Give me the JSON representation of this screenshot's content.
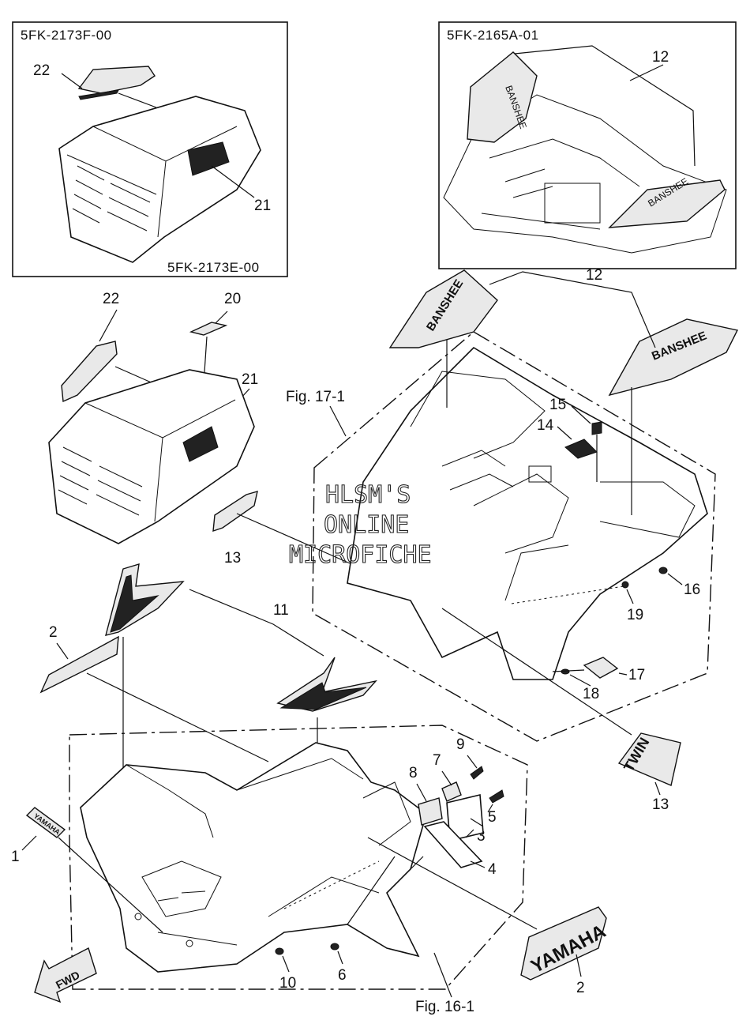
{
  "inset_left": {
    "code_top": "5FK-2173F-00",
    "code_bottom": "5FK-2173E-00",
    "callouts": [
      "22",
      "21"
    ]
  },
  "inset_right": {
    "code_top": "5FK-2165A-01",
    "callouts": [
      "12"
    ],
    "decal_text": "BANSHEE"
  },
  "figure_refs": {
    "fig_17": "Fig. 17-1",
    "fig_16": "Fig. 16-1"
  },
  "callouts": {
    "c1": "1",
    "c2a": "2",
    "c2b": "2",
    "c3": "3",
    "c4": "4",
    "c5": "5",
    "c6": "6",
    "c7": "7",
    "c8": "8",
    "c9": "9",
    "c10": "10",
    "c11": "11",
    "c12": "12",
    "c13a": "13",
    "c13b": "13",
    "c14": "14",
    "c15": "15",
    "c16": "16",
    "c17": "17",
    "c18": "18",
    "c19": "19",
    "c20": "20",
    "c21": "21",
    "c22": "22"
  },
  "decals": {
    "banshee": "BANSHEE",
    "yamaha_small": "YAMAHA",
    "yamaha_large": "YAMAHA",
    "twin": "TWIN",
    "fwd": "FWD"
  },
  "watermark": {
    "line1": "HLSM'S",
    "line2": "ONLINE",
    "line3": "MICROFICHE"
  }
}
